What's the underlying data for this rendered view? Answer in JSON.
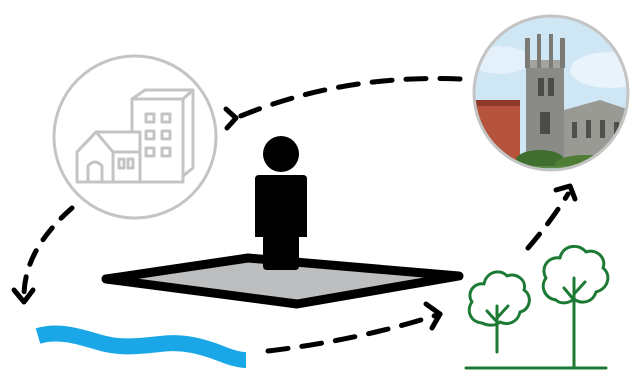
{
  "diagram": {
    "nodes": [
      {
        "id": "buildings",
        "icon": "buildings-icon"
      },
      {
        "id": "church-photo",
        "icon": "church-photo"
      },
      {
        "id": "person-on-platform",
        "icon": "person-icon"
      },
      {
        "id": "trees",
        "icon": "trees-icon"
      },
      {
        "id": "river",
        "icon": "river-icon"
      }
    ],
    "cycle": [
      "church-photo",
      "buildings",
      "river",
      "trees",
      "church-photo"
    ]
  },
  "colors": {
    "outline_gray": "#c4c4c4",
    "ink": "#000000",
    "platform_fill": "#bcbec0",
    "river_blue": "#1aa7e8",
    "tree_green": "#1c7a35",
    "sky": "#cfe6f5"
  }
}
